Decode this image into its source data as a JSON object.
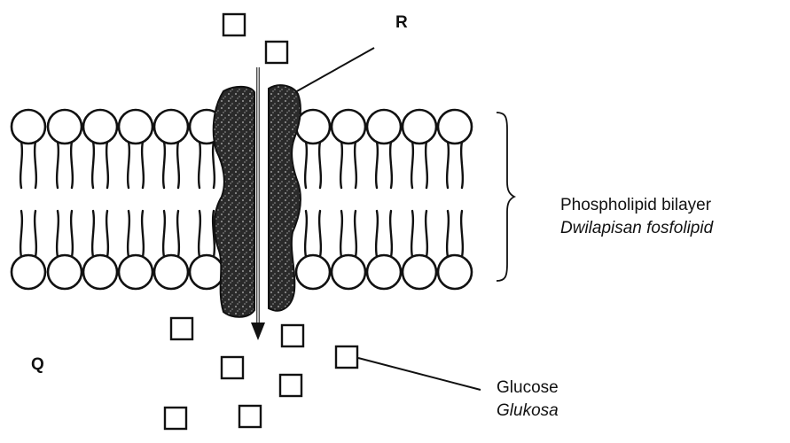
{
  "labels": {
    "r": "R",
    "q": "Q",
    "bilayer_en": "Phospholipid bilayer",
    "bilayer_ms": "Dwilapisan fosfolipid",
    "glucose_en": "Glucose",
    "glucose_ms": "Glukosa"
  },
  "colors": {
    "ink": "#111111",
    "protein": "#2b2b2b",
    "background": "#ffffff"
  }
}
